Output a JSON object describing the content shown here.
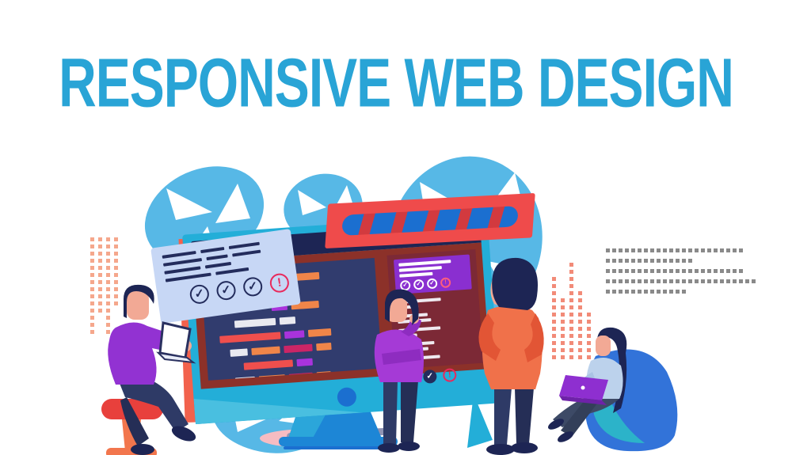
{
  "title": {
    "text": "RESPONSIVE WEB DESIGN",
    "color": "#29a4d6"
  },
  "palette": {
    "title_blue": "#29a4d6",
    "leaf_blue": "#57b8e6",
    "monitor_teal": "#23aed8",
    "edge_salmon": "#f2624d",
    "navy_dark": "#1d2554",
    "screen_navy": "#313c6e",
    "bezel_maroon": "#8c3129",
    "mobile_maroon": "#7c2936",
    "code_red": "#ef4f4d",
    "code_orange": "#f08549",
    "code_purple": "#a933dc",
    "code_magenta": "#cb2566",
    "code_white": "#e9e9f0",
    "toolbar_red": "#ef4b4b",
    "toolbar_blue": "#1b6fd0",
    "card_bg": "#c7d7f5",
    "card_navy": "#232c5c",
    "alert_crimson": "#e8295c",
    "header_purple": "#8a2fd0",
    "sweater_purple": "#9232d2",
    "shirt_orange": "#f0714a",
    "stool_red": "#e8403c",
    "stool_orange": "#f2764d",
    "beanbag_blue": "#3273d9",
    "beanbag_teal": "#2cb3c9",
    "skin_peach": "#f2a995",
    "pants_navy": "#2e3a66",
    "shoe_navy": "#1d2554",
    "dots_salmon_left": "#f5a78c",
    "dots_salmon_right": "#f28b78",
    "dots_gray": "#8a8a8a",
    "stand_blue": "#1d86d6"
  },
  "illustration": {
    "browser_window_dots": 3,
    "code_rows": [
      {
        "ind": 34,
        "segs": [
          [
            "code_red",
            20
          ],
          [
            "code_orange",
            30
          ]
        ]
      },
      {
        "ind": 8,
        "segs": [
          [
            "code_orange",
            30
          ],
          [
            "code_red",
            13
          ]
        ]
      },
      {
        "ind": 38,
        "segs": [
          [
            "code_purple",
            16
          ],
          [
            "code_orange",
            28
          ]
        ]
      },
      {
        "ind": 14,
        "segs": [
          [
            "code_white",
            30
          ],
          [
            "code_white",
            12
          ]
        ]
      },
      {
        "ind": 4,
        "segs": [
          [
            "code_red",
            40
          ],
          [
            "code_purple",
            13
          ],
          [
            "code_orange",
            15
          ]
        ]
      },
      {
        "ind": 10,
        "segs": [
          [
            "code_white",
            12
          ],
          [
            "code_orange",
            20
          ],
          [
            "code_magenta",
            20
          ],
          [
            "code_orange",
            11
          ]
        ]
      },
      {
        "ind": 18,
        "segs": [
          [
            "code_red",
            38
          ],
          [
            "code_purple",
            12
          ]
        ]
      },
      {
        "ind": 12,
        "segs": [
          [
            "code_white",
            14
          ],
          [
            "code_orange",
            19
          ],
          [
            "code_magenta",
            17
          ],
          [
            "code_orange",
            10
          ]
        ]
      }
    ],
    "checklist_card": {
      "lines": [
        [
          28,
          20,
          26
        ],
        [
          32,
          18,
          24
        ],
        [
          30,
          22
        ],
        [
          38,
          28
        ]
      ],
      "icons": [
        "check",
        "check",
        "check",
        "alert"
      ]
    },
    "mobile_panel": {
      "header_lines": [
        78,
        64,
        50
      ],
      "header_icons": [
        "check",
        "check",
        "check",
        "alert"
      ],
      "rows": [
        [
          58,
          28
        ],
        [
          40,
          44
        ],
        [
          55,
          24
        ],
        [
          46,
          38
        ],
        [
          52,
          28
        ]
      ],
      "footer_icons": [
        "check",
        "alert"
      ]
    },
    "dots": {
      "left_columns": [
        14,
        11,
        14,
        10
      ],
      "right_columns": [
        12,
        9,
        14,
        10,
        7
      ],
      "gray_rows": [
        22,
        14,
        22,
        24,
        13
      ]
    },
    "people": [
      {
        "id": "developer-on-stool"
      },
      {
        "id": "thinking-developer"
      },
      {
        "id": "man-hands-on-hips"
      },
      {
        "id": "woman-on-beanbag"
      }
    ]
  }
}
